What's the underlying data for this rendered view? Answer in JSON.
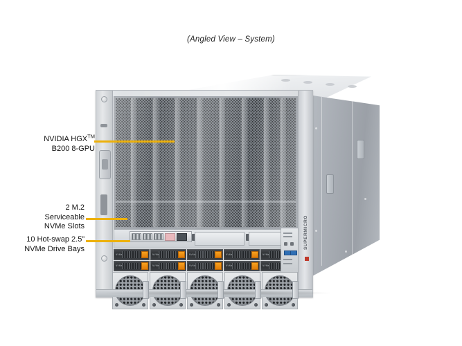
{
  "figure": {
    "caption": "(Angled View – System)",
    "product": "Supermicro NVIDIA HGX B200 8-GPU System",
    "brand_wordmark": "SUPERMICRO"
  },
  "accent_colors": {
    "leader_line": "#edb10b",
    "drive_latch": "#f0870f",
    "usb_port": "#2f6fb5",
    "brand_red": "#c0392b",
    "chassis_body": "#dfe2e5",
    "mesh_dark": "#2b2e31"
  },
  "annotations": [
    {
      "id": "gpu",
      "lines": [
        "NVIDIA HGX",
        "B200 8-GPU"
      ],
      "superscript": "TM",
      "target": "gpu-intake-mesh"
    },
    {
      "id": "m2",
      "lines": [
        "2 M.2",
        "Serviceable",
        "NVMe Slots"
      ],
      "target": "m2-module-strip"
    },
    {
      "id": "bays",
      "lines": [
        "10 Hot-swap 2.5”",
        "NVMe Drive Bays"
      ],
      "target": "drive-bay-block"
    }
  ],
  "components": {
    "gpu_mesh": {
      "name": "GPU intake perforated mesh",
      "tray_bands": 8
    },
    "m2_strip": {
      "name": "M.2 serviceable module strip",
      "slots": 2
    },
    "drive_bays": {
      "name": "Hot-swap NVMe drive bays",
      "count": 10,
      "columns": 5,
      "rows": 2,
      "label": "NVMe"
    },
    "fans": {
      "name": "Front cooling fan grilles",
      "count": 5
    },
    "control_panel": {
      "name": "Front control panel",
      "usb_ports": 2
    }
  }
}
